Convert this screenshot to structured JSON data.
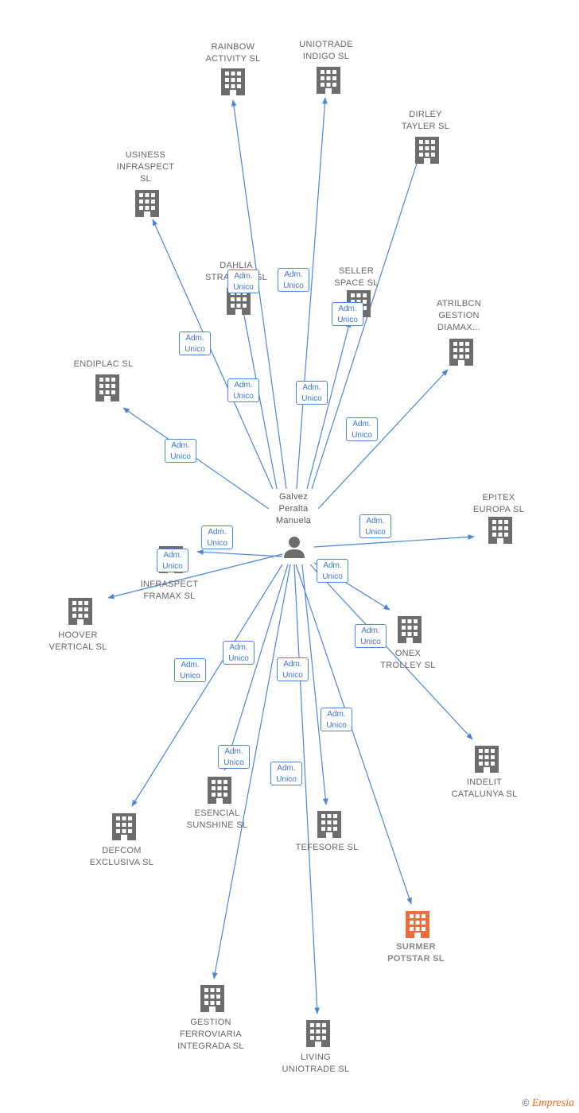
{
  "center": {
    "name": "Galvez\nPeralta\nManuela"
  },
  "relation_label": "Adm.\nUnico",
  "colors": {
    "edge": "#4a86d8",
    "building": "#6d6d6d",
    "highlight": "#f26b3a"
  },
  "brand": {
    "symbol": "©",
    "name": "Empresia"
  },
  "nodes": [
    {
      "name": "RAINBOW\nACTIVITY  SL"
    },
    {
      "name": "UNIOTRADE\nINDIGO  SL"
    },
    {
      "name": "DIRLEY\nTAYLER  SL"
    },
    {
      "name": "USINESS\nINFRASPECT\nSL"
    },
    {
      "name": "DAHLIA\nSTRATEGY  SL"
    },
    {
      "name": "SELLER\nSPACE  SL"
    },
    {
      "name": "ATRILBCN\nGESTION\nDIAMAX..."
    },
    {
      "name": "ENDIPLAC SL"
    },
    {
      "name": "EPITEX\nEUROPA SL"
    },
    {
      "name": "INFRASPECT\nFRAMAX SL"
    },
    {
      "name": "HOOVER\nVERTICAL  SL"
    },
    {
      "name": "ONEX\nTROLLEY  SL"
    },
    {
      "name": "INDELIT\nCATALUNYA SL"
    },
    {
      "name": "DEFCOM\nEXCLUSIVA SL"
    },
    {
      "name": "ESENCIAL\nSUNSHINE  SL"
    },
    {
      "name": "TEFESORE SL"
    },
    {
      "name": "SURMER\nPOTSTAR SL"
    },
    {
      "name": "GESTION\nFERROVIARIA\nINTEGRADA SL"
    },
    {
      "name": "LIVING\nUNIOTRADE  SL"
    }
  ]
}
